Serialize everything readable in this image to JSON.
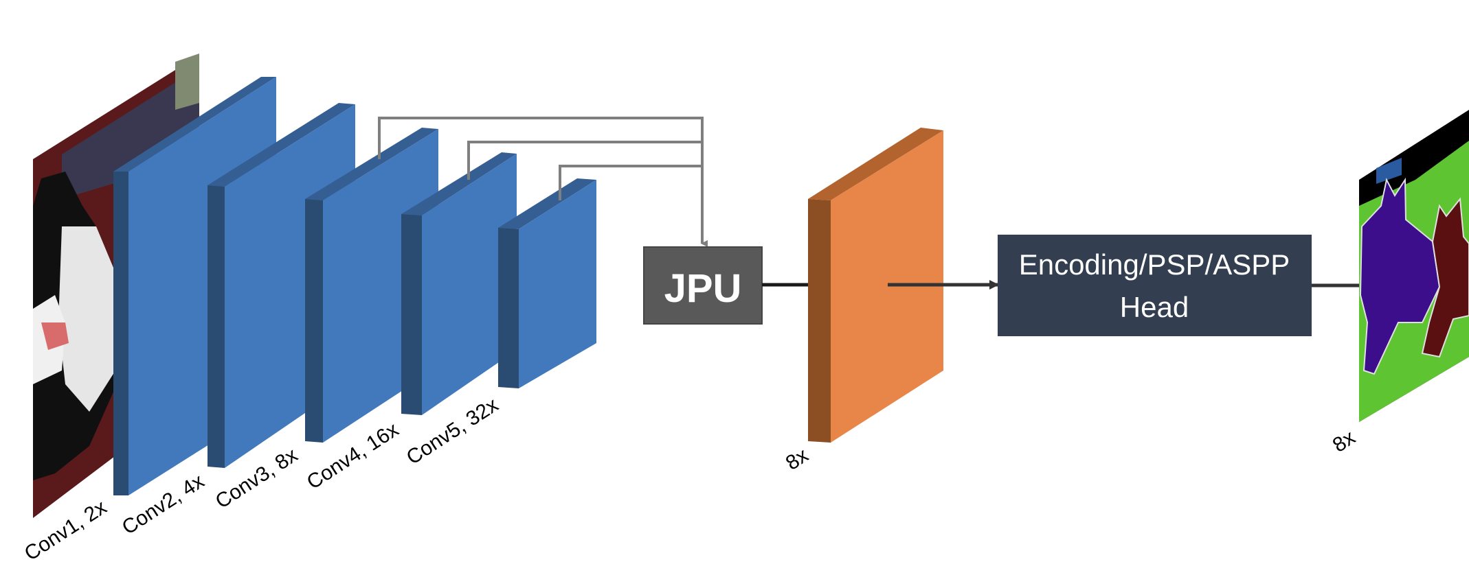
{
  "layers": [
    {
      "label": "Conv1, 2x"
    },
    {
      "label": "Conv2, 4x"
    },
    {
      "label": "Conv3, 8x"
    },
    {
      "label": "Conv4, 16x"
    },
    {
      "label": "Conv5, 32x"
    }
  ],
  "jpu": {
    "label": "JPU"
  },
  "feature": {
    "label": "8x"
  },
  "head": {
    "line1": "Encoding/PSP/ASPP",
    "line2": "Head"
  },
  "output": {
    "label": "8x"
  },
  "colors": {
    "conv_face": "#4279bd",
    "conv_top": "#355f93",
    "conv_side": "#2a4b72",
    "feature_face": "#e8864a",
    "feature_top": "#b3632e",
    "feature_side": "#8c4e23",
    "jpu_box": "#595959",
    "head_box": "#333f50",
    "connector": "#7f7f7f",
    "arrow": "#333333"
  }
}
